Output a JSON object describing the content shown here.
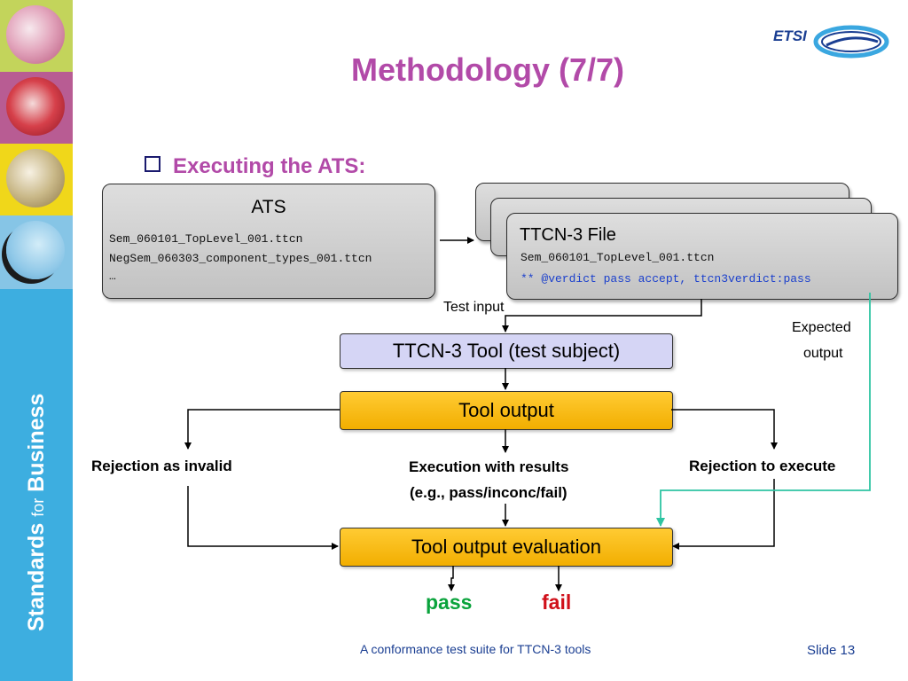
{
  "slide": {
    "title": "Methodology (7/7)",
    "bullet": "Executing the ATS:",
    "footer": "A conformance test suite for TTCN-3 tools",
    "slide_number": "Slide 13"
  },
  "sidebar": {
    "brand_bold_1": "Standards",
    "brand_small": "for",
    "brand_bold_2": "Business"
  },
  "logo": {
    "text": "ETSI"
  },
  "diagram": {
    "ats": {
      "title": "ATS",
      "line1": "Sem_060101_TopLevel_001.ttcn",
      "line2": "NegSem_060303_component_types_001.ttcn",
      "line3": "…"
    },
    "ttcn_file": {
      "title": "TTCN-3 File",
      "line1": "Sem_060101_TopLevel_001.ttcn",
      "line2": "** @verdict  pass accept, ttcn3verdict:pass"
    },
    "test_input": "Test input",
    "expected_output_1": "Expected",
    "expected_output_2": "output",
    "tool": "TTCN-3 Tool (test subject)",
    "tool_output": "Tool output",
    "rejection_invalid": "Rejection as invalid",
    "execution_1": "Execution with results",
    "execution_2": "(e.g., pass/inconc/fail)",
    "rejection_execute": "Rejection to execute",
    "evaluation": "Tool output evaluation",
    "pass": "pass",
    "fail": "fail"
  },
  "colors": {
    "title": "#b24aa8",
    "sidebar": "#3daee0",
    "tool_box": "#d5d5f5",
    "orange_box": "#f5b400",
    "pass": "#0aa33c",
    "fail": "#d0101a",
    "expected_arrow": "#2ec4a2",
    "verdict_line": "#1a3fcc"
  }
}
